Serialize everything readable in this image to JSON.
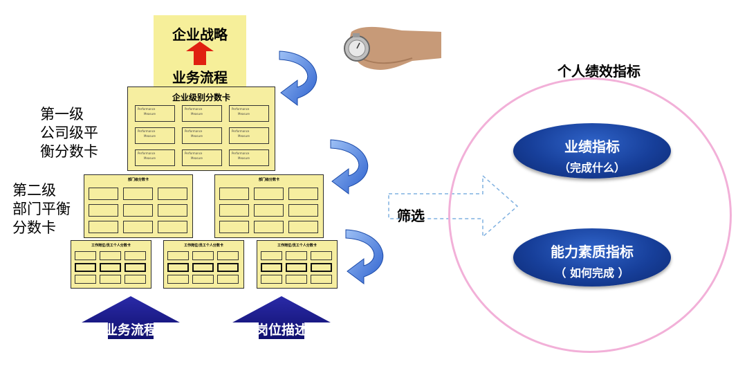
{
  "top": {
    "line1": "企业战略",
    "line2": "业务流程"
  },
  "company_card": {
    "title": "企业级别分数卡",
    "cell_text1": "Performance",
    "cell_text2": "Measure"
  },
  "dept_cards": [
    {
      "title": "部门级分数卡"
    },
    {
      "title": "部门级分数卡"
    }
  ],
  "personal_cards": [
    {
      "title": "工作岗位/员工个人分数卡"
    },
    {
      "title": "工作岗位/员工个人分数卡"
    },
    {
      "title": "工作岗位/员工个人分数卡"
    }
  ],
  "level_labels": {
    "level1": [
      "第一级",
      "公司级平",
      "衡分数卡"
    ],
    "level2": [
      "第二级",
      "部门平衡",
      "分数卡"
    ]
  },
  "bottom_arrows": {
    "left": "业务流程",
    "right": "岗位描述"
  },
  "filter_label": "筛选",
  "circle": {
    "title": "个人绩效指标",
    "ellipse1": {
      "line1": "业绩指标",
      "line2": "（完成什么）"
    },
    "ellipse2": {
      "line1": "能力素质指标",
      "line2": "（ 如何完成 ）"
    }
  },
  "colors": {
    "card_fill": "#f6eea0",
    "arrow_blue": "#3a6fd8",
    "circle_border": "#f2b0d8",
    "ellipse_blue": "#173f9a",
    "up_arrow_navy": "#1a1a8c",
    "red_arrow": "#e02010"
  }
}
